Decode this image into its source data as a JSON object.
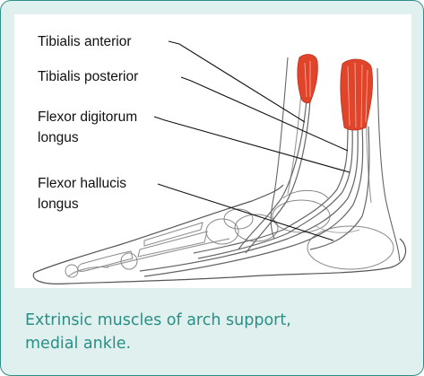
{
  "labels": {
    "tibialis_anterior": "Tibialis anterior",
    "tibialis_posterior": "Tibialis posterior",
    "flexor_digitorum_line1": "Flexor digitorum",
    "flexor_digitorum_line2": "longus",
    "flexor_hallucis_line1": "Flexor hallucis",
    "flexor_hallucis_line2": "longus"
  },
  "caption": {
    "line1": "Extrinsic muscles of arch support,",
    "line2": "medial ankle."
  },
  "colors": {
    "frame_border": "#2f8f88",
    "frame_fill": "#dff0ee",
    "caption_text": "#2a8f86",
    "muscle": "#e0442a",
    "sketch": "#555555"
  }
}
